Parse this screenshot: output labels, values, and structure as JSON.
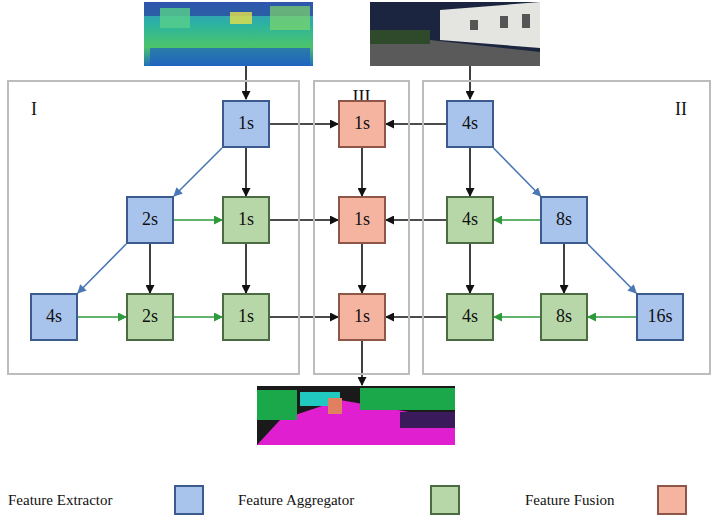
{
  "diagram": {
    "nodes": [
      {
        "text": [
          "I"
        ]
      },
      {
        "text": [
          "1s"
        ],
        "in": 0
      },
      {
        "text": [
          "2s"
        ],
        "in": 0
      },
      {
        "text": [
          "1s"
        ],
        "in": 0
      },
      {
        "text": [
          "4s"
        ],
        "in": 0
      },
      {
        "text": [
          "2s"
        ],
        "in": 0
      },
      {
        "text": [
          "1s"
        ],
        "in": 0
      },
      {
        "text": [
          "III"
        ]
      },
      {
        "text": [
          "1s"
        ],
        "in": 7
      },
      {
        "text": [
          "1s"
        ],
        "in": 7
      },
      {
        "text": [
          "1s"
        ],
        "in": 7
      },
      {
        "text": [
          "II"
        ]
      },
      {
        "text": [
          "4s"
        ],
        "in": 11
      },
      {
        "text": [
          "4s"
        ],
        "in": 11
      },
      {
        "text": [
          "8s"
        ],
        "in": 11
      },
      {
        "text": [
          "4s"
        ],
        "in": 11
      },
      {
        "text": [
          "8s"
        ],
        "in": 11
      },
      {
        "text": [
          "16s"
        ],
        "in": 11
      }
    ],
    "edges": [
      {
        "from": 1,
        "to": 2,
        "arrow": "to"
      },
      {
        "from": 1,
        "to": 3,
        "arrow": "to"
      },
      {
        "from": 2,
        "to": 4,
        "arrow": "to"
      },
      {
        "from": 2,
        "to": 5,
        "arrow": "to"
      },
      {
        "from": 2,
        "to": 3,
        "arrow": "to"
      },
      {
        "from": 3,
        "to": 6,
        "arrow": "to"
      },
      {
        "from": 4,
        "to": 5,
        "arrow": "to"
      },
      {
        "from": 5,
        "to": 6,
        "arrow": "to"
      },
      {
        "from": 1,
        "to": 8,
        "arrow": "to"
      },
      {
        "from": 3,
        "to": 9,
        "arrow": "to"
      },
      {
        "from": 6,
        "to": 10,
        "arrow": "to"
      },
      {
        "from": 8,
        "to": 9,
        "arrow": "to"
      },
      {
        "from": 9,
        "to": 10,
        "arrow": "to"
      },
      {
        "from": 12,
        "to": 8,
        "arrow": "to"
      },
      {
        "from": 13,
        "to": 9,
        "arrow": "to"
      },
      {
        "from": 15,
        "to": 10,
        "arrow": "to"
      },
      {
        "from": 12,
        "to": 13,
        "arrow": "to"
      },
      {
        "from": 12,
        "to": 14,
        "arrow": "to"
      },
      {
        "from": 14,
        "to": 13,
        "arrow": "to"
      },
      {
        "from": 14,
        "to": 17,
        "arrow": "to"
      },
      {
        "from": 14,
        "to": 16,
        "arrow": "to"
      },
      {
        "from": 13,
        "to": 15,
        "arrow": "to"
      },
      {
        "from": 16,
        "to": 15,
        "arrow": "to"
      },
      {
        "from": 17,
        "to": 16,
        "arrow": "to"
      }
    ],
    "legend": [
      {
        "text": "Feature Extractor",
        "color": "#a8c3ec"
      },
      {
        "text": "Feature Aggregator",
        "color": "#b7d7a8"
      },
      {
        "text": "Feature Fusion",
        "color": "#f4b4a0"
      }
    ]
  }
}
